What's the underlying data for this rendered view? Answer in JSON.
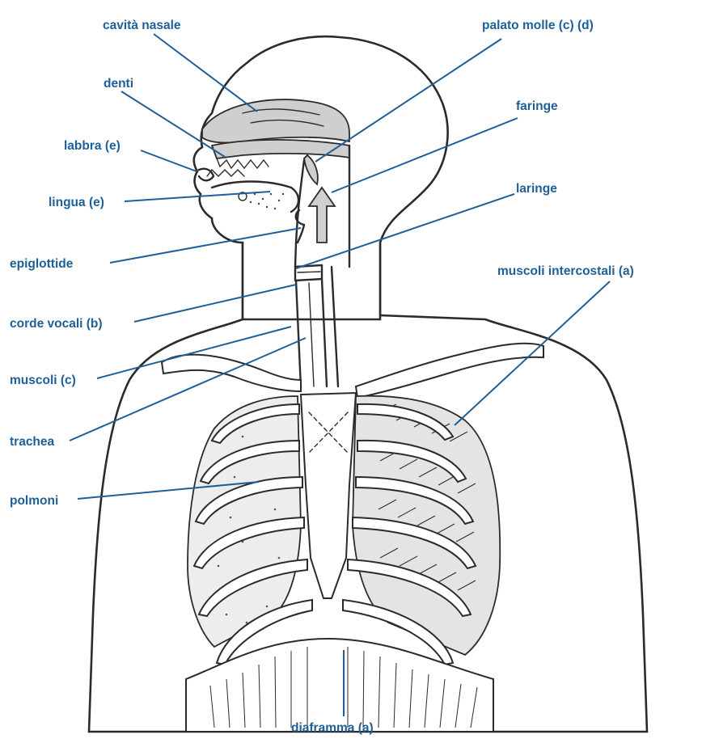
{
  "diagram": {
    "colors": {
      "label": "#1f5f98",
      "outline": "#2b2b2b",
      "shade": "#cfcfcf"
    },
    "labels": {
      "cavita_nasale": "cavità nasale",
      "denti": "denti",
      "labbra": "labbra (e)",
      "lingua": "lingua (e)",
      "epiglottide": "epiglottide",
      "corde_vocali": "corde vocali (b)",
      "muscoli": "muscoli (c)",
      "trachea": "trachea",
      "polmoni": "polmoni",
      "palato_molle": "palato molle (c) (d)",
      "faringe": "faringe",
      "laringe": "laringe",
      "muscoli_intercostali": "muscoli intercostali (a)",
      "diaframma": "diaframma (a)"
    }
  }
}
